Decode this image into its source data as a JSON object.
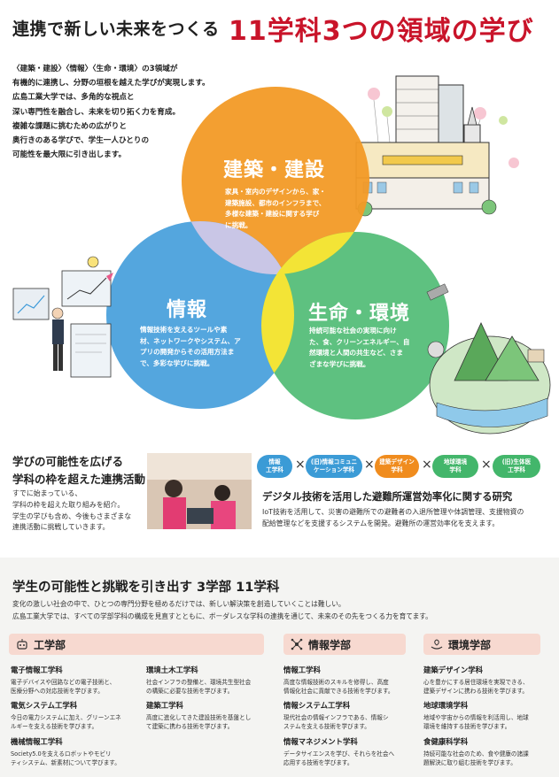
{
  "header": {
    "left": "連携で新しい未来をつくる",
    "right": "11学科3つの領域の学び"
  },
  "intro": [
    "〈建築・建設〉〈情報〉〈生命・環境〉の3領域が",
    "有機的に連携し、分野の垣根を越えた学びが実現します。",
    "広島工業大学では、多角的な視点と",
    "深い専門性を融合し、未来を切り拓く力を育成。",
    "複雑な課題に挑むための広がりと",
    "奥行きのある学びで、学生一人ひとりの",
    "可能性を最大限に引き出します。"
  ],
  "venn": {
    "kenchiku": {
      "title": "建築・建設",
      "desc": [
        "家具・室内のデザインから、家・",
        "建築施設、都市のインフラまで、",
        "多様な建築・建設に関する学び",
        "に挑戦。"
      ]
    },
    "joho": {
      "title": "情報",
      "desc": [
        "情報技術を支えるツールや素",
        "材、ネットワークやシステム、ア",
        "プリの開発からその活用方法ま",
        "で、多彩な学びに挑戦。"
      ]
    },
    "seimei": {
      "title": "生命・環境",
      "desc": [
        "持続可能な社会の実現に向け",
        "た、食、クリーンエネルギー、自",
        "然環境と人間の共生など、さま",
        "ざまな学びに挑戦。"
      ]
    }
  },
  "middle": {
    "title": [
      "学びの可能性を広げる",
      "学科の枠を超えた連携活動"
    ],
    "body": [
      "すでに始まっている、",
      "学科の枠を超えた取り組みを紹介。",
      "学生の学びも含め、今後もさまざまな",
      "連携活動に挑戦していきます。"
    ]
  },
  "pills": [
    {
      "lines": [
        "情報",
        "工学科"
      ],
      "color": "#3b9bd6"
    },
    {
      "lines": [
        "(旧)情報コミュニ",
        "ケーション学科"
      ],
      "color": "#3b9bd6"
    },
    {
      "lines": [
        "建築デザイン",
        "学科"
      ],
      "color": "#f08c1e"
    },
    {
      "lines": [
        "地球環境",
        "学科"
      ],
      "color": "#43b66b"
    },
    {
      "lines": [
        "(旧)生体医",
        "工学科"
      ],
      "color": "#43b66b"
    }
  ],
  "times": "×",
  "research": {
    "title": "デジタル技術を活用した避難所運営効率化に関する研究",
    "body": [
      "IoT技術を活用して、災害の避難所での避難者の入退所管理や体調管理、支援物資の",
      "配給管理などを支援するシステムを開発。避難所の運営効率化を支えます。"
    ]
  },
  "bottom": {
    "title": "学生の可能性と挑戦を引き出す 3学部 11学科",
    "body": [
      "変化の激しい社会の中で、ひとつの専門分野を極めるだけでは、新しい解決策を創造していくことは難しい。",
      "広島工業大学では、すべての学部学科の構成を見直すとともに、ボーダレスな学科の連携を通じて、未来のその先をつくる力を育てます。"
    ]
  },
  "faculties": {
    "kogaku": {
      "name": "工学部",
      "depts": [
        {
          "name": "電子情報工学科",
          "desc": [
            "電子デバイスや回路などの電子技術と、",
            "医療分野への対応技術を学びます。"
          ]
        },
        {
          "name": "電気システム工学科",
          "desc": [
            "今日の電力システムに加え、グリーンエネ",
            "ルギーを支える技術を学びます。"
          ]
        },
        {
          "name": "機械情報工学科",
          "desc": [
            "Society5.0を支えるロボットやモビリ",
            "ティシステム、新素材について学びます。"
          ]
        },
        {
          "name": "環境土木工学科",
          "desc": [
            "社会インフラの整備と、環境共生型社会",
            "の構築に必要な技術を学びます。"
          ]
        },
        {
          "name": "建築工学科",
          "desc": [
            "高度に進化してきた建設技術を基盤とし",
            "て建築に携わる技術を学びます。"
          ]
        }
      ]
    },
    "joho": {
      "name": "情報学部",
      "depts": [
        {
          "name": "情報工学科",
          "desc": [
            "高度な情報技術のスキルを修得し、高度",
            "情報化社会に貢献できる技術を学びます。"
          ]
        },
        {
          "name": "情報システム工学科",
          "desc": [
            "現代社会の情報インフラである、情報シ",
            "ステムを支える技術を学びます。"
          ]
        },
        {
          "name": "情報マネジメント学科",
          "desc": [
            "データサイエンスを学び、それらを社会へ",
            "応用する技術を学びます。"
          ]
        }
      ]
    },
    "kankyo": {
      "name": "環境学部",
      "depts": [
        {
          "name": "建築デザイン学科",
          "desc": [
            "心を豊かにする居住環境を実現できる、",
            "建築デザインに携わる技術を学びます。"
          ]
        },
        {
          "name": "地球環境学科",
          "desc": [
            "地域や宇宙からの情報を利活用し、地球",
            "環境を維持する技術を学びます。"
          ]
        },
        {
          "name": "食健康科学科",
          "desc": [
            "持続可能な社会のため、食や健康の諸課",
            "題解決に取り組む技術を学びます。"
          ]
        }
      ]
    }
  },
  "colors": {
    "kenchiku": "#f29a26",
    "joho": "#3c9ad9",
    "seimei": "#48b86e",
    "accent": "#c9142a",
    "faculty_band": "#f7d9d0"
  },
  "icons": [
    "robot-icon",
    "network-icon",
    "hands-leaf-icon",
    "building-illustration",
    "people-tech-illustration",
    "nature-dome-illustration"
  ]
}
